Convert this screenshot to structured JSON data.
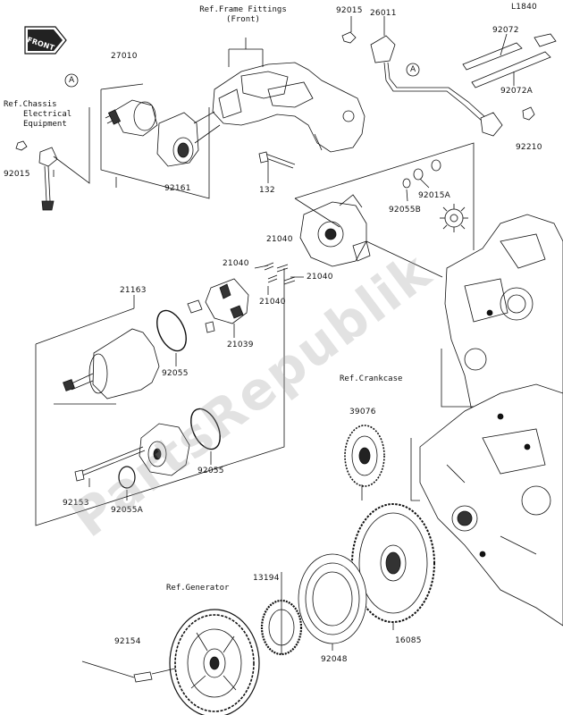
{
  "diagram_code": "L1840",
  "watermark": "PartsRepublik",
  "refs": {
    "frame_fittings": [
      "Ref.Frame Fittings",
      "(Front)"
    ],
    "chassis_electrical": [
      "Ref.Chassis",
      "Electrical",
      "Equipment"
    ],
    "crankcase": "Ref.Crankcase",
    "generator": "Ref.Generator"
  },
  "callout_letter": "A",
  "front_label": "FRONT",
  "part_numbers": {
    "p92015_top": "92015",
    "p26011": "26011",
    "p92072": "92072",
    "p92072A": "92072A",
    "p92210": "92210",
    "p27010": "27010",
    "p92161": "92161",
    "p92015_left": "92015",
    "p132": "132",
    "p92015A": "92015A",
    "p92055B": "92055B",
    "p21040_a": "21040",
    "p21040_b": "21040",
    "p21040_c": "21040",
    "p21040_d": "21040",
    "p21163": "21163",
    "p21039": "21039",
    "p92055_a": "92055",
    "p92055_b": "92055",
    "p39076": "39076",
    "p92153": "92153",
    "p92055A": "92055A",
    "p13194": "13194",
    "p92154": "92154",
    "p92048": "92048",
    "p16085": "16085"
  }
}
